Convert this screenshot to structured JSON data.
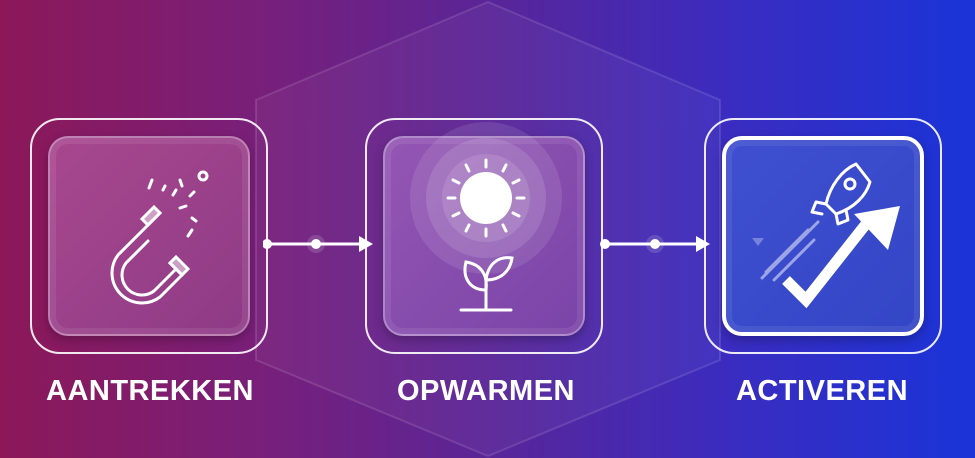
{
  "steps": [
    {
      "label": "AANTREKKEN",
      "icon": "magnet-icon"
    },
    {
      "label": "OPWARMEN",
      "icon": "sun-sprout-icon"
    },
    {
      "label": "ACTIVEREN",
      "icon": "rocket-check-icon"
    }
  ],
  "colors": {
    "left": "#8c1858",
    "right": "#1a34d8",
    "accent": "#ffffff"
  }
}
